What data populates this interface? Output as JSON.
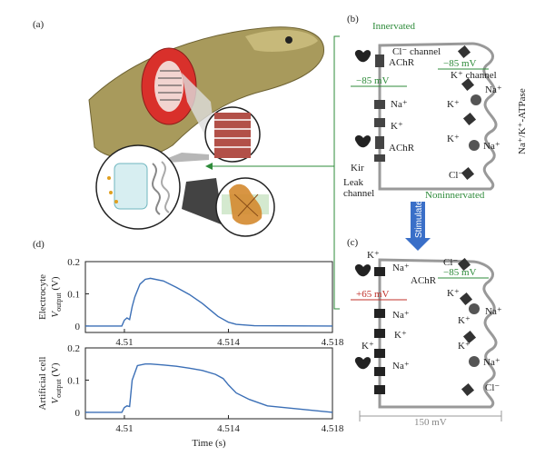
{
  "panels": {
    "a": {
      "label": "(a)"
    },
    "b": {
      "label": "(b)",
      "state": "Innervated",
      "state2": "Noninnervated",
      "left_labels": [
        "AChR",
        "Na⁺",
        "K⁺",
        "AChR",
        "Kir",
        "Leak",
        "channel"
      ],
      "right_labels": [
        "Cl⁻ channel",
        "K⁺ channel",
        "Na⁺",
        "K⁺",
        "K⁺",
        "Na⁺",
        "Cl⁻"
      ],
      "left_voltage": "−85 mV",
      "right_voltage": "−85 mV",
      "pump_label": "Na⁺/K⁺-ATPase"
    },
    "c": {
      "label": "(c)",
      "left_labels": [
        "K⁺",
        "Na⁺",
        "AChR",
        "Na⁺",
        "K⁺",
        "K⁺",
        "Na⁺"
      ],
      "right_labels": [
        "Cl⁻",
        "K⁺",
        "Na⁺",
        "K⁺",
        "K⁺",
        "Na⁺",
        "Cl⁻"
      ],
      "left_voltage": "+65 mV",
      "right_voltage": "−85 mV",
      "span_voltage": "150 mV"
    },
    "d": {
      "label": "(d)"
    },
    "stimulate": "Stimulate"
  },
  "colors": {
    "green": "#2e8b3a",
    "red": "#c0302a",
    "arrow_blue": "#3a6fc8",
    "trace": "#3b6fb6"
  },
  "chart_data": [
    {
      "type": "line",
      "ylabel_line1": "Electrocyte",
      "ylabel_line2": "V",
      "ylabel_sub": "output",
      "ylabel_unit": "(V)",
      "xticks": [
        "4.51",
        "4.514",
        "4.518"
      ],
      "yticks": [
        "0",
        "0.1",
        "0.2"
      ],
      "xlim": [
        4.5085,
        4.518
      ],
      "ylim": [
        -0.02,
        0.2
      ],
      "series": [
        {
          "x": [
            4.5085,
            4.5099,
            4.51,
            4.5101,
            4.5102,
            4.5103,
            4.5104,
            4.5106,
            4.5108,
            4.511,
            4.5115,
            4.512,
            4.5125,
            4.513,
            4.5133,
            4.5136,
            4.514,
            4.5143,
            4.515,
            4.518
          ],
          "y": [
            0,
            0,
            0.018,
            0.025,
            0.02,
            0.06,
            0.09,
            0.13,
            0.145,
            0.148,
            0.14,
            0.12,
            0.098,
            0.07,
            0.05,
            0.03,
            0.012,
            0.005,
            0.001,
            0
          ]
        }
      ]
    },
    {
      "type": "line",
      "ylabel_line1": "Artificial cell",
      "ylabel_line2": "V",
      "ylabel_sub": "output",
      "ylabel_unit": "(V)",
      "xlabel": "Time (s)",
      "xticks": [
        "4.51",
        "4.514",
        "4.518"
      ],
      "yticks": [
        "0",
        "0.1",
        "0.2"
      ],
      "xlim": [
        4.5085,
        4.518
      ],
      "ylim": [
        -0.02,
        0.2
      ],
      "series": [
        {
          "x": [
            4.5085,
            4.5099,
            4.51,
            4.5101,
            4.5102,
            4.5103,
            4.5105,
            4.5108,
            4.511,
            4.5115,
            4.512,
            4.5125,
            4.513,
            4.5135,
            4.5138,
            4.514,
            4.5143,
            4.5148,
            4.5155,
            4.518
          ],
          "y": [
            0,
            0,
            0.015,
            0.02,
            0.018,
            0.1,
            0.145,
            0.15,
            0.15,
            0.147,
            0.143,
            0.137,
            0.13,
            0.118,
            0.105,
            0.085,
            0.06,
            0.04,
            0.02,
            0
          ]
        }
      ]
    }
  ]
}
